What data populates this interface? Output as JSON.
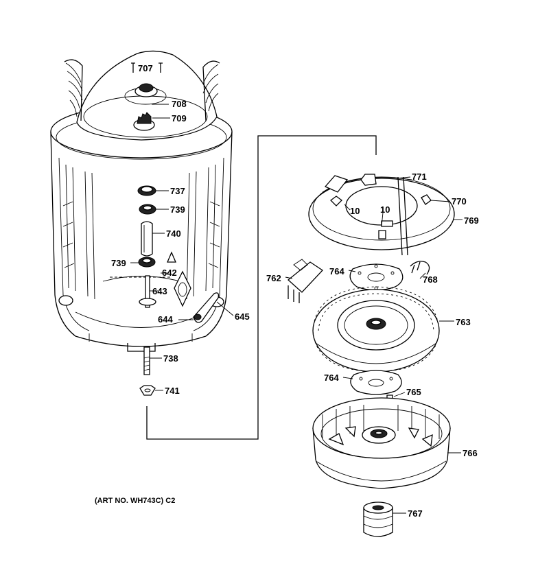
{
  "labels": {
    "p707": "707",
    "p708": "708",
    "p709": "709",
    "p737": "737",
    "p739a": "739",
    "p740": "740",
    "p739b": "739",
    "p642": "642",
    "p643": "643",
    "p644": "644",
    "p645": "645",
    "p738": "738",
    "p741": "741",
    "p771": "771",
    "p770": "770",
    "p769": "769",
    "p10a": "10",
    "p10b": "10",
    "p762": "762",
    "p764a": "764",
    "p768": "768",
    "p763": "763",
    "p764b": "764",
    "p765": "765",
    "p766": "766",
    "p767": "767"
  },
  "footer": {
    "art_no": "(ART NO. WH743C) C2"
  }
}
